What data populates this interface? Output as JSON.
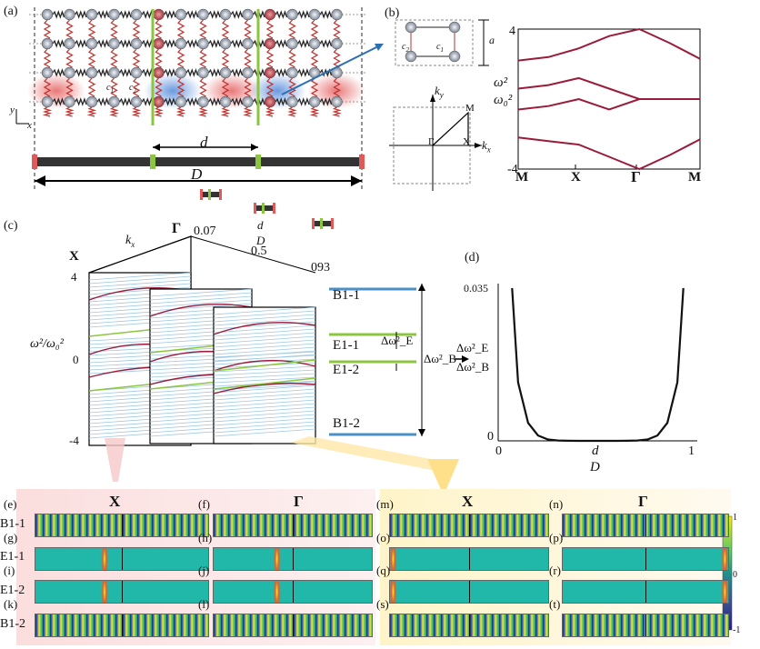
{
  "panel_a": {
    "label": "(a)",
    "axis_y": "y",
    "axis_x": "x",
    "c1": "c",
    "c1_sub": "1",
    "c2": "c",
    "c2_sub": "2",
    "d_label": "d",
    "D_label": "D"
  },
  "panel_b": {
    "label": "(b)",
    "c2": "c",
    "c2_sub": "2",
    "c1": "c",
    "c1_sub": "1",
    "a_label": "a",
    "bz_ky": "k",
    "bz_ky_sub": "y",
    "bz_kx": "k",
    "bz_kx_sub": "x",
    "bz_M": "M",
    "bz_Gamma": "Γ",
    "bz_X": "X"
  },
  "chart_data": [
    {
      "type": "line",
      "title": "",
      "ylabel_num": "ω²",
      "ylabel_den": "ω₀²",
      "x_ticks": [
        "M",
        "X",
        "Γ",
        "M"
      ],
      "y_ticks": [
        "4",
        "-4"
      ],
      "ylim": [
        -4,
        4
      ],
      "series_color": "#9b1b3a",
      "series": [
        {
          "x": [
            0,
            0.5,
            1,
            1.5,
            2,
            2.5,
            3
          ],
          "values": [
            2.2,
            2.4,
            2.9,
            3.6,
            4.0,
            3.2,
            2.3
          ]
        },
        {
          "x": [
            0,
            0.5,
            1,
            1.5,
            2,
            2.5,
            3
          ],
          "values": [
            0.6,
            0.8,
            1.2,
            0.6,
            0.0,
            0.0,
            0.0
          ]
        },
        {
          "x": [
            0,
            0.5,
            1,
            1.5,
            2,
            2.5,
            3
          ],
          "values": [
            -0.6,
            -0.4,
            0.0,
            -0.6,
            0.0,
            0.0,
            0.0
          ]
        },
        {
          "x": [
            0,
            0.5,
            1,
            1.5,
            2,
            2.5,
            3
          ],
          "values": [
            -2.2,
            -2.4,
            -2.6,
            -3.3,
            -4.0,
            -3.2,
            -2.3
          ]
        }
      ]
    },
    {
      "type": "line",
      "title": "",
      "panel_label": "(d)",
      "ylabel_num": "Δω²_E",
      "ylabel_den": "Δω²_B",
      "xlabel_num": "d",
      "xlabel_den": "D",
      "x_ticks": [
        "0",
        "1"
      ],
      "y_ticks": [
        "0.035",
        "0"
      ],
      "xlim": [
        0,
        1
      ],
      "ylim": [
        0,
        0.035
      ],
      "series_color": "#111111",
      "x": [
        0.07,
        0.1,
        0.15,
        0.2,
        0.25,
        0.3,
        0.35,
        0.4,
        0.5,
        0.6,
        0.65,
        0.7,
        0.75,
        0.8,
        0.85,
        0.9,
        0.93
      ],
      "values": [
        0.034,
        0.013,
        0.004,
        0.0012,
        0.0003,
        8e-05,
        2e-05,
        0.0,
        0.0,
        0.0,
        2e-05,
        8e-05,
        0.0003,
        0.0012,
        0.004,
        0.013,
        0.034
      ]
    }
  ],
  "panel_c": {
    "label": "(c)",
    "X": "X",
    "kx": "k",
    "kx_sub": "x",
    "Gamma": "Γ",
    "dD_num": "d",
    "dD_den": "D",
    "v1": "0.07",
    "v2": "0.5",
    "v3": "093",
    "y_top": "4",
    "y_mid": "0",
    "y_bot": "-4",
    "ylabel": "ω²/ω₀²",
    "B11": "B1-1",
    "E11": "E1-1",
    "E12": "E1-2",
    "B12": "B1-2",
    "dE": "Δω²_E",
    "dB": "Δω²_B"
  },
  "modes": {
    "rows": [
      "B1-1",
      "E1-1",
      "E1-2",
      "B1-2"
    ],
    "left_labels": [
      "(e)",
      "(g)",
      "(i)",
      "(k)"
    ],
    "mid_labels": [
      "(f)",
      "(h)",
      "(j)",
      "(l)"
    ],
    "right_labels": [
      "(m)",
      "(o)",
      "(q)",
      "(s)"
    ],
    "far_labels": [
      "(n)",
      "(p)",
      "(r)",
      "(t)"
    ],
    "col_heads": [
      "X",
      "Γ",
      "X",
      "Γ"
    ],
    "colorbar_ticks": [
      "1",
      "0",
      "-1"
    ]
  }
}
